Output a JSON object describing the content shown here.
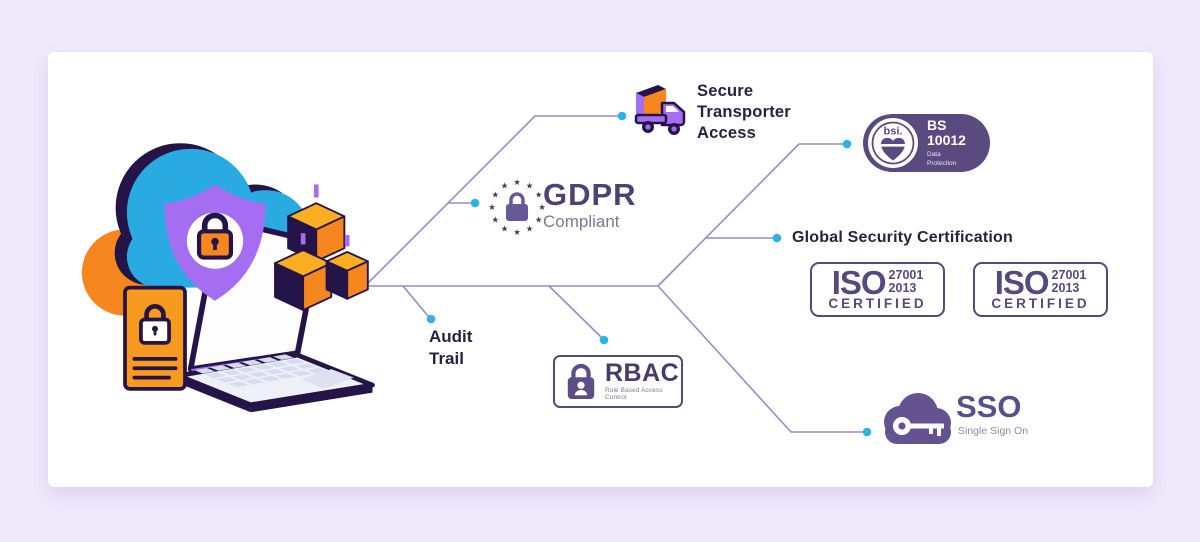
{
  "colors": {
    "background": "#f0e9fc",
    "card": "#ffffff",
    "connector_line": "#958ec4",
    "node_dot": "#2bb3e6",
    "heading_text": "#29223f",
    "purple_primary": "#5b4a80",
    "purple_accent": "#a56ef2",
    "cyan_accent": "#29abe2",
    "orange_accent": "#f6871f",
    "navy_outline": "#241447",
    "muted_text": "#7d7790"
  },
  "icons": {
    "star_glyph": "★"
  },
  "features": {
    "secure_transporter": {
      "line1": "Secure",
      "line2": "Transporter",
      "line3": "Access"
    },
    "gdpr": {
      "title": "GDPR",
      "subtitle": "Compliant"
    },
    "bs10012": {
      "brand": "bsi.",
      "standard": "BS",
      "number": "10012",
      "scope_line1": "Data",
      "scope_line2": "Protection"
    },
    "global_security": {
      "heading": "Global Security Certification"
    },
    "iso_badges": [
      {
        "title": "ISO",
        "standard": "27001",
        "year": "2013",
        "label": "CERTIFIED"
      },
      {
        "title": "ISO",
        "standard": "27001",
        "year": "2013",
        "label": "CERTIFIED"
      }
    ],
    "audit_trail": {
      "line1": "Audit",
      "line2": "Trail"
    },
    "rbac": {
      "title": "RBAC",
      "subtitle": "Role Based Access Control"
    },
    "sso": {
      "title": "SSO",
      "subtitle": "Single Sign On"
    }
  }
}
